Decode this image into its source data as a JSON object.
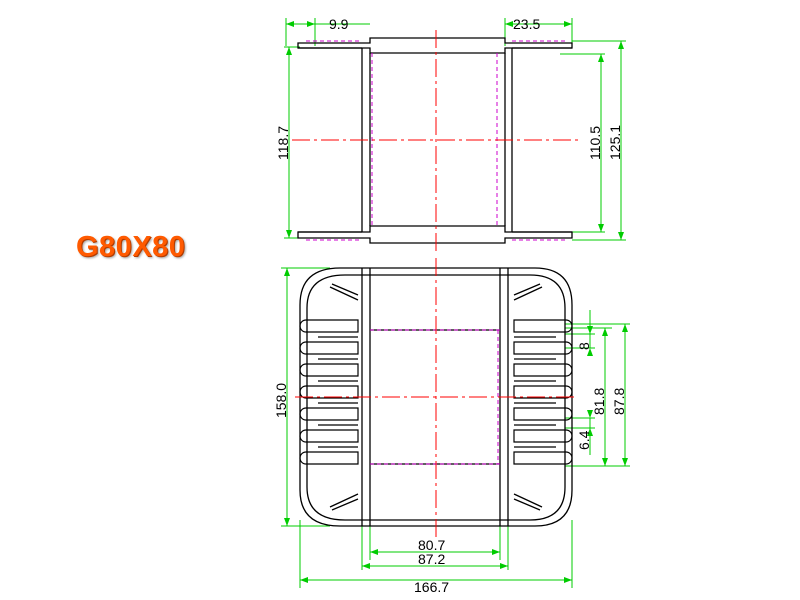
{
  "title": "G80X80",
  "colors": {
    "outline": "#000000",
    "dimension": "#00cc00",
    "centerline": "#ff0000",
    "hidden": "#cc00cc",
    "title": "#ff5a00"
  },
  "top_view": {
    "dims": {
      "flange_left_width": "9.9",
      "flange_right_width": "23.5",
      "overall_height": "118.7",
      "inner_height": "110.5",
      "flange_height": "125.1"
    }
  },
  "front_view": {
    "dims": {
      "overall_height": "158.0",
      "slot_pitch": "8",
      "slot_span": "81.8",
      "outer_span": "87.8",
      "slot_width": "6.4",
      "window_width": "80.7",
      "core_width": "87.2",
      "overall_width": "166.7"
    }
  }
}
